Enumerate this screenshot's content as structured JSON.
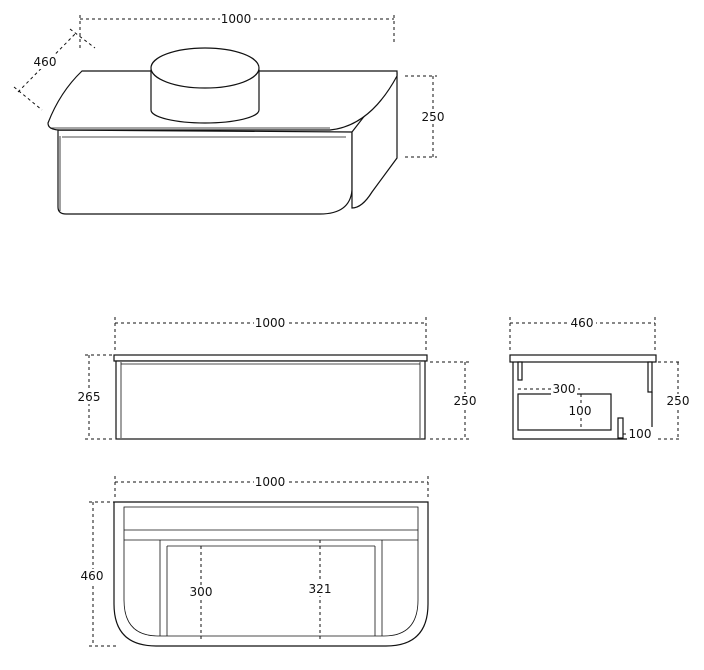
{
  "isometric_view": {
    "width_label": "1000",
    "depth_label": "460",
    "height_label": "250"
  },
  "front_view": {
    "width_label": "1000",
    "total_height_label": "265",
    "body_height_label": "250"
  },
  "side_view": {
    "depth_label": "460",
    "height_label": "250",
    "drawer_depth_label": "300",
    "drawer_height_label": "100",
    "plinth_label": "100"
  },
  "top_view": {
    "width_label": "1000",
    "depth_label": "460",
    "inner_left_label": "300",
    "inner_right_label": "321"
  }
}
